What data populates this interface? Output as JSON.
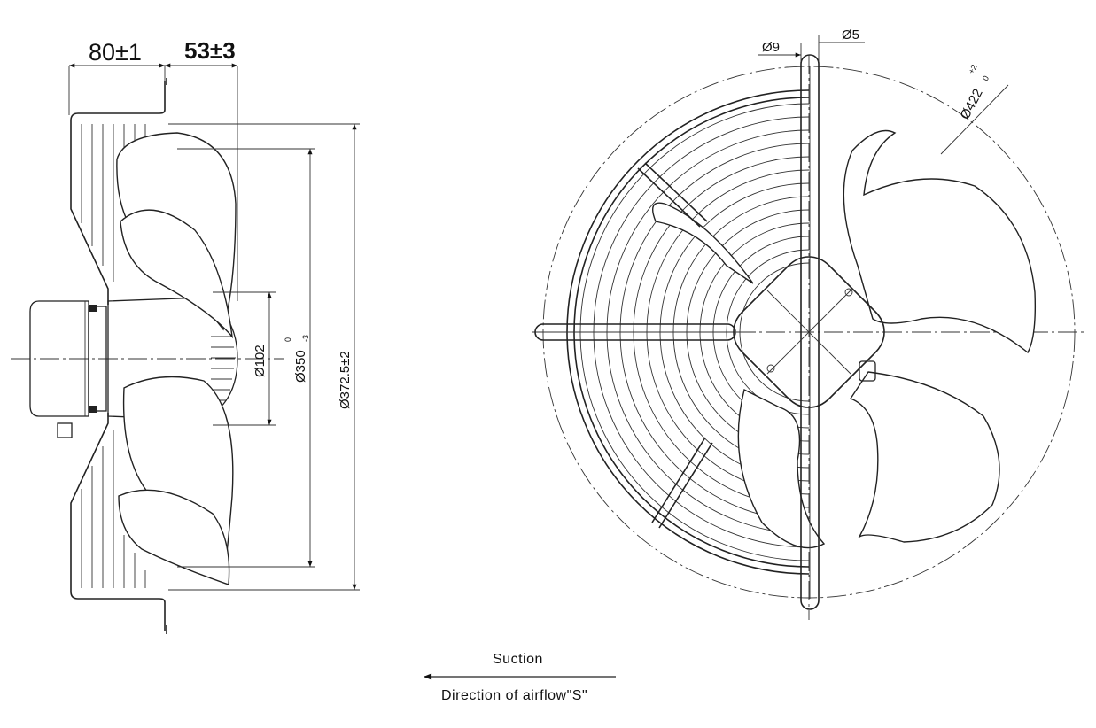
{
  "side_view": {
    "dim_depth_total": "80±1",
    "dim_depth_guard": "53±3",
    "dim_hub_dia": "Ø102",
    "dim_blade_dia": "Ø350",
    "dim_blade_dia_tol_upper": "0",
    "dim_blade_dia_tol_lower": "-3",
    "dim_guard_dia": "Ø372.5±2"
  },
  "front_view": {
    "dim_wire_a": "Ø9",
    "dim_wire_b": "Ø5",
    "dim_outer_dia": "Ø422",
    "dim_outer_tol_upper": "+2",
    "dim_outer_tol_lower": "0"
  },
  "legend": {
    "suction_label": "Suction",
    "airflow_label": "Direction of airflow\"S\""
  }
}
